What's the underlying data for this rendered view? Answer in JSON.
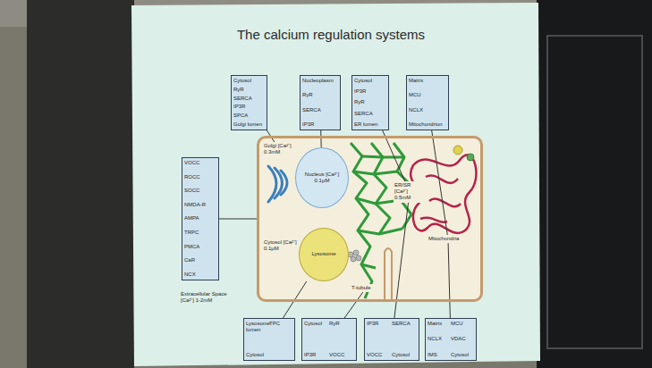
{
  "diagram": {
    "title": "The calcium regulation systems",
    "nodes": [
      {
        "text": [
          "Cytosol [Ca²⁺] 0.1μM"
        ]
      },
      {
        "text": [
          "Golgi [Ca²⁺] 0.3mM"
        ],
        "in": 0
      },
      {
        "text": [
          "Nucleus [Ca²⁺] 0.1μM"
        ],
        "in": 0
      },
      {
        "text": [
          "ER/SR [Ca²⁺] 0.5mM"
        ],
        "in": 0
      },
      {
        "text": [
          "Mitochondria"
        ],
        "in": 0
      },
      {
        "text": [
          "Lysosome"
        ],
        "in": 0
      },
      {
        "text": [
          "T-tubule"
        ],
        "in": 0
      },
      {
        "text": [
          "VOCC",
          "ROCC",
          "SOCC",
          "NMDA-R",
          "AMPA",
          "TRPC",
          "PMCA",
          "CaR",
          "NCX"
        ]
      },
      {
        "text": [
          "Cytosol",
          "RyR",
          "SERCA",
          "IP3R",
          "SPCA",
          "Golgi lumen"
        ]
      },
      {
        "text": [
          "Nucleoplasm",
          "RyR",
          "SERCA",
          "IP3R"
        ]
      },
      {
        "text": [
          "Cytosol",
          "IP3R",
          "RyR",
          "SERCA",
          "ER lumen"
        ]
      },
      {
        "text": [
          "Matrix",
          "MCU",
          "NCLX",
          "Mitochondrion"
        ]
      },
      {
        "text": [
          "Lysosome lumen",
          "TPC",
          "Cytosol"
        ]
      },
      {
        "text": [
          "Cytosol",
          "RyR",
          "IP3R",
          "VOCC"
        ]
      },
      {
        "text": [
          "IP3R",
          "SERCA",
          "VOCC",
          "Cytosol"
        ]
      },
      {
        "text": [
          "Matrix",
          "MCU",
          "NCLX",
          "VDAC",
          "IMS",
          "Cytosol"
        ]
      }
    ],
    "edges": [
      {
        "from": 7,
        "to": 0,
        "arrow": "none"
      },
      {
        "from": 8,
        "to": 1,
        "arrow": "none"
      },
      {
        "from": 9,
        "to": 2,
        "arrow": "none"
      },
      {
        "from": 10,
        "to": 3,
        "arrow": "none"
      },
      {
        "from": 11,
        "to": 4,
        "arrow": "none"
      },
      {
        "from": 12,
        "to": 5,
        "arrow": "none"
      },
      {
        "from": 13,
        "to": 6,
        "arrow": "none"
      },
      {
        "from": 14,
        "to": 3,
        "arrow": "none"
      },
      {
        "from": 15,
        "to": 4,
        "arrow": "none"
      }
    ],
    "labels": [
      "Extracellular Space [Ca²⁺] 1-2mM"
    ]
  }
}
